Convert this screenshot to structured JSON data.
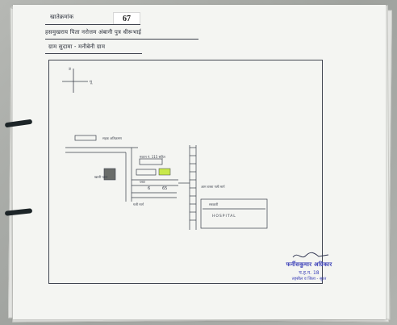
{
  "document": {
    "plot_number": "67",
    "header_line_1": "खातेक्रमांक",
    "header_line_2": "हसमुखराय पिता नरोत्तम अंबानी पुत्र धीरूभाई",
    "header_line_3": "ग्राम सुदामा - मनीबेनी ग्राम",
    "compass_n": "उ",
    "compass_e": "पू",
    "label_road_top": "सड़क अतिक्रमण",
    "label_house": "मकान नं. 115 सहित",
    "label_vacant": "खाली प्लाट",
    "label_hospital": "HOSPITAL",
    "label_hospital_top": "सरकारी",
    "label_main_road": "आम रास्ता गली मार्ग",
    "label_lane": "गली मार्ग",
    "label_plot": "प्लाट",
    "label_nos": "6",
    "label_65": "65",
    "stamp_name": "फर्नीसकुमार अग्रिकार",
    "stamp_designation": "प.ह.न. 18",
    "stamp_office": "तहसील व जिला - सूरत",
    "highlight_color": "#c8e84a",
    "stamp_color": "#3a3fb8"
  }
}
